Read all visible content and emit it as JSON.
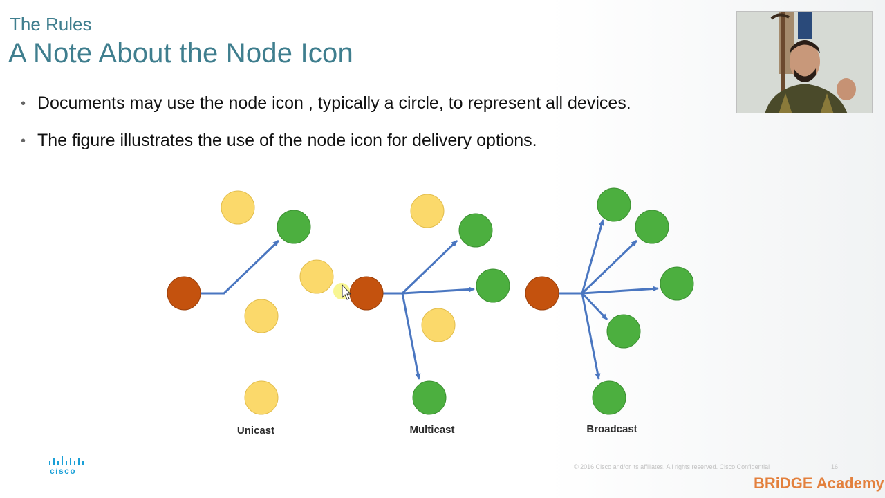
{
  "header": {
    "section": "The Rules",
    "title": "A Note About the Node Icon"
  },
  "bullets": [
    "Documents may use the node icon , typically a circle, to represent all devices.",
    "The figure illustrates the use of the node icon for delivery options."
  ],
  "diagram": {
    "captions": {
      "unicast": "Unicast",
      "multicast": "Multicast",
      "broadcast": "Broadcast"
    },
    "colors": {
      "source": "#c4520e",
      "receiver": "#4caf3f",
      "non_receiver": "#fbd96b",
      "arrow": "#4a76c0"
    }
  },
  "footer": {
    "logo": "cisco",
    "copyright": "© 2016 Cisco and/or its affiliates. All rights reserved.   Cisco Confidential",
    "page_number": "16",
    "brand": "BRiDGE Academy"
  }
}
